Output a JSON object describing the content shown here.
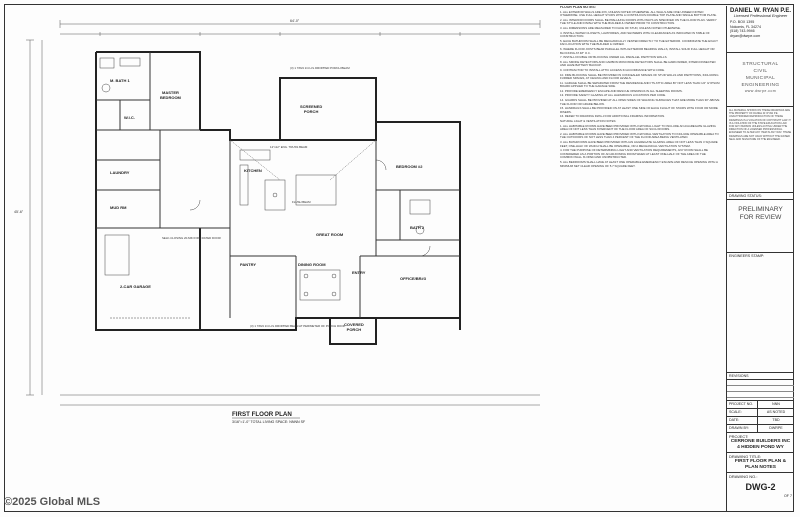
{
  "watermark": "©2025 Global MLS",
  "plan": {
    "title": "FIRST FLOOR PLAN",
    "scale": "3/16\"=1'-0\"    TOTAL LIVING SPACE: NNNN SF",
    "overall_top_dim": "64'-0\"",
    "overall_left_dim": "45'-6\"",
    "rooms": {
      "master_bedroom": "MASTER\nBEDROOM",
      "m_bath": "M. BATH 1",
      "wic": "W.I.C.",
      "laundry": "LAUNDRY",
      "mud_room": "MUD RM",
      "screened_porch": "SCREENED\nPORCH",
      "kitchen": "KITCHEN",
      "great_room": "GREAT ROOM",
      "bedroom2": "BEDROOM #2",
      "bath2": "BATH 2",
      "garage": "2-CAR GARAGE",
      "pantry": "PANTRY",
      "dining_room": "DINING ROOM",
      "entry": "ENTRY",
      "office": "OFFICE/BR#3",
      "covered_porch": "COVERED\nPORCH"
    },
    "notes": {
      "n1": "(3) 1 7/8x9 1/4 LVL DROPPED PORCH BEAM",
      "n2": "12\"x12\" ENG. TRUSS BEAM",
      "n3": "FLUSH BEAM",
      "n4": "SELF-CLOSING 20-MIN FIRE RATED DOOR",
      "n5": "(3) 1 7/8x9 1/4 LVL DROPPED BEAM AT PERIMETER OF PORCH ROOF"
    }
  },
  "notes_column": {
    "heading": "FLOOR PLAN NOTES:",
    "paras": [
      "1. ALL EXTERIOR WALLS ARE 2X6, UNLESS NOTED OTHERWISE. ALL WALLS ARE ONE UNSEEN NOTED OTHERWISE. USE FULL HEIGHT STUDS WITH A CONTINUOUS DOUBLE TOP PLATE AND SINGLE BOTTOM PLATE.",
      "2. ALL INTERIOR DOORS SHALL BE PRE-HUNG DOORS WITH WAYS AS SPECIFIED ON THE FLOOR PLAN. VERIFY THE STYLE AND FINISH WITH THE BUILDER & OWNER PRIOR TO CONSTRUCTION.",
      "3. ALL DIMENSIONS ARE MEASURED TO FACE OF STUD, UNLESS NOTED OTHERWISE.",
      "4. INSTALL WATER CLOSETS, LAVATORIES, AND SHOWERS WITH CLEARANCES AS INDICATED IN TABLE OF CONSTRUCTION.",
      "5. EACH BATHROOM SHALL BE MECHANICALLY VENTED DIRECTLY TO THE EXTERIOR. COORDINATE THE EXACT FAN LOCATION WITH THE BUILDER & OWNER.",
      "6. WHERE FLOOR JOISTS BEAR PARALLEL WITH EXTERIOR BEARING WALLS, INSTALL SOLID FULL HEIGHT OR BLOCKING AT 48\" O.C.",
      "7. INSTALL DOUBLE OR BLOCKING UNDER ALL PARALLEL PARTITION WALLS.",
      "8. ALL SMOKE DETECTORS AND CARBON MONOXIDE DETECTORS SHALL BE HARD-WIRED, INTERCONNECTED AND HAVE BATTERY BACKUP.",
      "9. CONTRACTOR TO INSTALL ATTIC ACCESS IN ACCORDANCE WITH CODE.",
      "10. FIRE BLOCKING SHALL BE PROVIDED IN CONCEALED SPACES OF STUD WALLS AND PARTITIONS, INCLUDING FURRED SPACES, AT CEILING AND FLOOR LEVELS.",
      "11. GARAGE SHALL BE SEPARATED FROM THE RESIDENCE AND ITS ATTIC AREA BY NOT LESS THAN 1/2\" GYPSUM BOARD APPLIED TO THE GARAGE SIDE.",
      "12. PROVIDE EMERGENCY ESCAPE AND RESCUE OPENINGS IN ALL SLEEPING ROOMS.",
      "13. PROVIDE SAFETY GLAZING AT ALL HAZARDOUS LOCATIONS PER CODE.",
      "14. GUARDS SHALL BE PROVIDED AT ALL OPEN SIDES OF WALKING SURFACES THAT ARE MORE THAN 30\" ABOVE THE FLOOR OR GRADE BELOW.",
      "15. HANDRAILS SHALL BE PROVIDED ON AT LEAST ONE SIDE OF EACH FLIGHT OF STAIRS WITH FOUR OR MORE RISERS.",
      "16. REFER TO DRAWING DWG-3 FOR ADDITIONAL FRAMING INFORMATION.",
      "NATURAL LIGHT & VENTILATION NOTES:",
      "1. ALL HABITABLE ROOMS HAVE BEEN PROVIDED WITH NATURAL LIGHT TO INCLUDE AN AGGREGATE GLAZING AREA OF NOT LESS THAN 8 PERCENT OF THE FLOOR AREA OF SUCH ROOMS.",
      "2. ALL HABITABLE ROOMS HAVE BEEN PROVIDED WITH NATURAL VENTILATION TO INCLUDE OPENABLE AREA TO THE OUTDOORS OF NOT LESS THAN 4 PERCENT OF THE FLOOR AREA BEING VENTILATED.",
      "3. ALL BATHROOMS HAVE BEEN PROVIDED WITH AN AGGREGATE GLAZING AREA OF NOT LESS THAN 3 SQUARE FEET, ONE-HALF OF WHICH SHALL BE OPENABLE, OR A MECHANICAL VENTILATION SYSTEM.",
      "4. FOR THE PURPOSE OF DETERMINING LIGHT AND VENTILATION REQUIREMENTS, ANY ROOM SHALL BE CONSIDERED AS A PORTION OF AN ADJOINING ROOM WHEN AT LEAST ONE-HALF OF THE AREA OF THE COMMON WALL IS OPEN AND UNOBSTRUCTED.",
      "5. ALL BEDROOMS SHALL HAVE AT LEAST ONE OPERABLE EMERGENCY ESCAPE AND RESCUE OPENING WITH A MINIMUM NET CLEAR OPENING OF 5.7 SQUARE FEET."
    ]
  },
  "title_block": {
    "firm_name": "DANIEL W. RYAN P.E.",
    "firm_sub": "Licensed Professional Engineer",
    "addr1": "P.O. BOX 1395",
    "addr2": "Nokomis, FL 34274",
    "addr3": "(518) 743-9946",
    "addr4": "dryan@dwrpe.com",
    "logo1": "STRUCTURAL",
    "logo2": "CIVIL",
    "logo3": "MUNICIPAL",
    "logo4": "ENGINEERING",
    "logo_web": "www.dwrpe.com",
    "legal": "ALL MATERIAL SHOWN ON THESE DRAWINGS ARE THE PROPERTY OF DANIEL W. RYAN P.E. UNAUTHORIZED REPRODUCTION OF THESE DRAWINGS IS A VIOLATION OF COPYRIGHT LAW. IT IS A VIOLATION OF THE STATE EDUCATION LAW FOR ANY PERSON UNLESS ACTING UNDER THE DIRECTION OF A LICENSED PROFESSIONAL ENGINEER TO ALTER ANY ITEM IN ANY WAY. THESE DRAWINGS ARE NOT VALID WITHOUT THE RAISED SEAL AND SIGNATURE OF THE ENGINEER.",
    "drawing_status_label": "DRAWING STATUS:",
    "status1": "PRELIMINARY",
    "status2": "FOR REVIEW",
    "stamp_label": "ENGINEERS STAMP:",
    "revisions_label": "REVISIONS",
    "meta": [
      {
        "k": "PROJECT NO.",
        "v": "NNN"
      },
      {
        "k": "SCALE:",
        "v": "AS NOTED"
      },
      {
        "k": "DATE:",
        "v": "TBD"
      },
      {
        "k": "DRAWN BY:",
        "v": "DWRPE"
      }
    ],
    "project_label": "PROJECT:",
    "project1": "CERRONE BUILDERS INC",
    "project2": "4 HIDDEN POND WY",
    "dtitle_label": "DRAWING TITLE:",
    "dtitle1": "FIRST FLOOR PLAN &",
    "dtitle2": "PLAN NOTES",
    "dno_label": "DRAWING NO.:",
    "dno": "DWG-2",
    "dno_of": "OF 7"
  }
}
